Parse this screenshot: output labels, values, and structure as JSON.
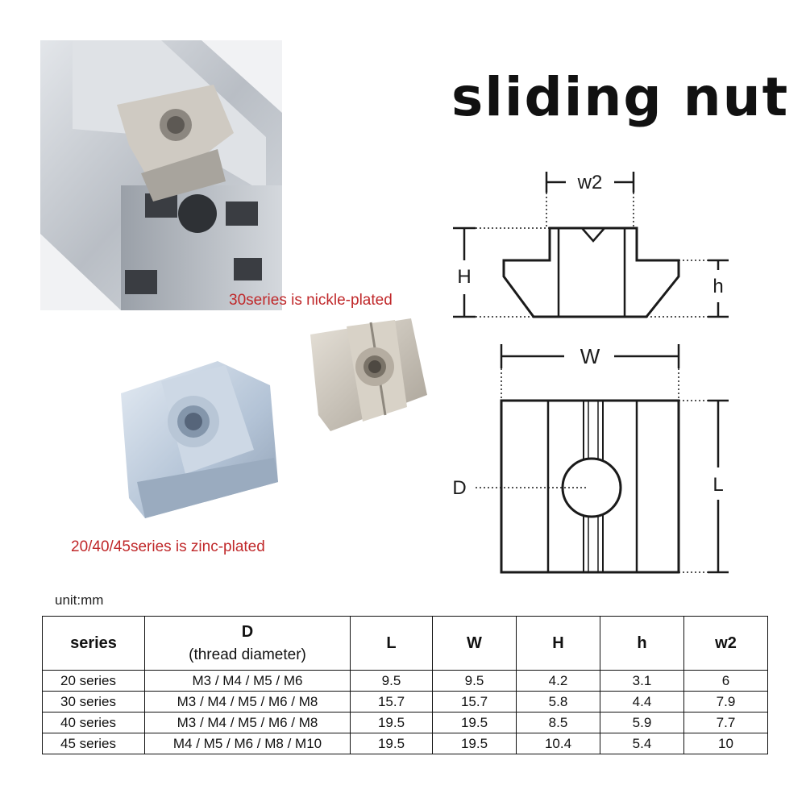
{
  "title": "sliding nut",
  "notes": {
    "series30": "30series is nickle-plated",
    "series20_40_45": "20/40/45series is zinc-plated"
  },
  "diagram_labels": {
    "w2": "w2",
    "H": "H",
    "h": "h",
    "W": "W",
    "L": "L",
    "D": "D"
  },
  "unit": "unit:mm",
  "table": {
    "headers": {
      "series": "series",
      "D": "D",
      "D_sub": "(thread diameter)",
      "L": "L",
      "W": "W",
      "H": "H",
      "h": "h",
      "w2": "w2"
    },
    "rows": [
      [
        "20 series",
        "M3 / M4 / M5 / M6",
        "9.5",
        "9.5",
        "4.2",
        "3.1",
        "6"
      ],
      [
        "30 series",
        "M3 / M4 / M5 / M6 / M8",
        "15.7",
        "15.7",
        "5.8",
        "4.4",
        "7.9"
      ],
      [
        "40 series",
        "M3 / M4 / M5 / M6 / M8",
        "19.5",
        "19.5",
        "8.5",
        "5.9",
        "7.7"
      ],
      [
        "45 series",
        "M4 / M5 / M6 / M8 / M10",
        "19.5",
        "19.5",
        "10.4",
        "5.4",
        "10"
      ]
    ]
  },
  "colors": {
    "note_red": "#c0282a",
    "aluminum": "#c9cdd2",
    "nickel": "#cfc8bd",
    "zinc": "#aebfd3"
  }
}
